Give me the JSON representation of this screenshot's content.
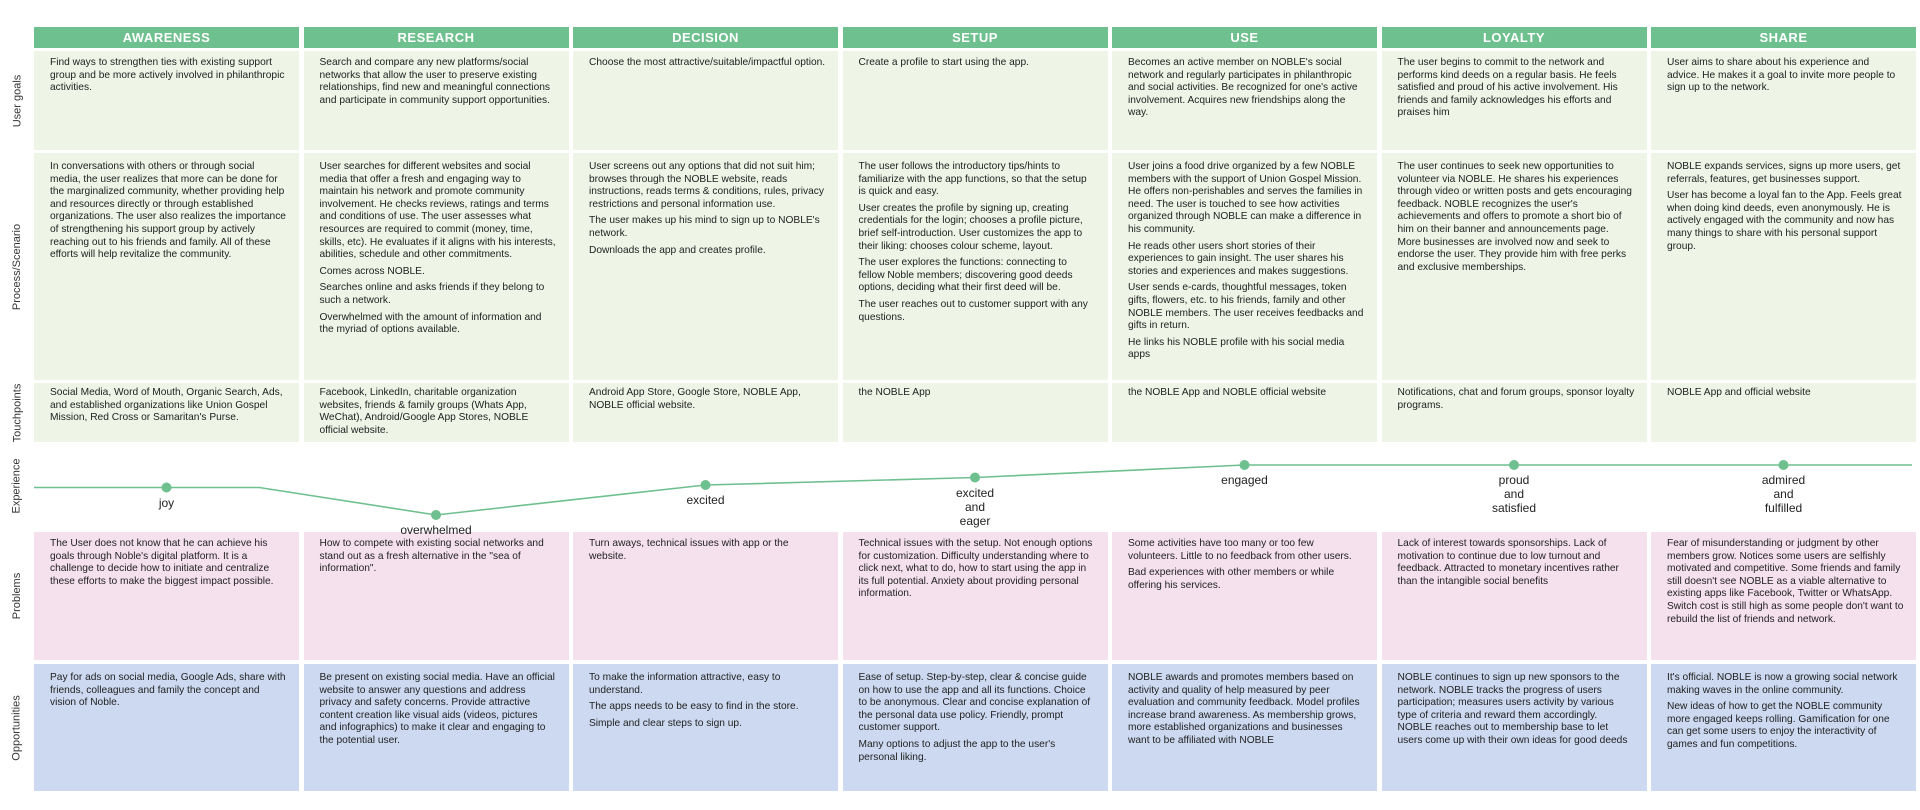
{
  "stages": [
    "AWARENESS",
    "RESEARCH",
    "DECISION",
    "SETUP",
    "USE",
    "LOYALTY",
    "SHARE"
  ],
  "row_labels": {
    "goals": "User goals",
    "process": "Process/Scenario",
    "touch": "Touchpoints",
    "experience": "Experience",
    "problems": "Problems",
    "opportunities": "Opportunities"
  },
  "goals": [
    [
      "Find ways to strengthen ties with existing support group and be more actively involved in philanthropic activities."
    ],
    [
      "Search and compare any new platforms/social networks that allow the user to preserve existing relationships, find new and meaningful connections and participate in community support opportunities."
    ],
    [
      "Choose the most attractive/suitable/impactful option."
    ],
    [
      "Create a profile to start using the app."
    ],
    [
      "Becomes an active member on NOBLE's social network and regularly participates in philanthropic and social activities.  Be recognized for one's active involvement. Acquires new friendships along the way."
    ],
    [
      "The user begins to commit to the network and performs kind deeds on a regular basis.  He feels satisfied and proud of his active involvement.  His friends and family acknowledges his efforts and praises him"
    ],
    [
      "User aims to share about his experience and advice.  He makes it a goal to invite more people to sign up to the network."
    ]
  ],
  "process": [
    [
      "In conversations with others or through social media, the user realizes that more can be done for the marginalized community, whether providing help and resources directly or through established organizations.  The user also realizes the importance of strengthening his support group by actively reaching out to his friends and family.  All of these efforts will help revitalize the community."
    ],
    [
      "User searches for different websites and social media that offer a fresh and engaging way to maintain his network and promote community involvement.  He checks reviews, ratings and terms and conditions of use.  The user assesses what resources are required to commit (money, time, skills, etc).  He evaluates if it aligns with his interests, abilities, schedule and other commitments.",
      "Comes across NOBLE.",
      "Searches online and asks friends if they belong to such a network.",
      "Overwhelmed with the amount of information and the myriad of options available."
    ],
    [
      "User screens out any options that did not suit him; browses through the NOBLE website, reads instructions, reads terms & conditions, rules, privacy restrictions and personal information use.",
      "The user makes up his mind to sign up to NOBLE's network.",
      "Downloads the app and creates profile."
    ],
    [
      "The user follows the introductory tips/hints to familiarize with the app functions, so that the setup is quick and easy.",
      "User creates the profile by signing up, creating credentials for the login; chooses a profile picture, brief self-introduction. User customizes the app to their liking: chooses colour scheme, layout.",
      "The user explores the functions: connecting to fellow Noble members; discovering good deeds options, deciding what their first deed will be.",
      "The user reaches out to customer support with any questions."
    ],
    [
      "User joins a food drive organized by a few NOBLE members with the support of Union Gospel Mission.  He offers non-perishables and serves the families in need.  The user is touched to see how activities organized through NOBLE can make a difference in his community.",
      "He reads other users short stories of their experiences to gain insight.  The user shares his stories and experiences and makes suggestions.",
      "User sends e-cards, thoughtful messages, token gifts, flowers, etc. to his friends, family and other NOBLE members.  The user receives feedbacks and gifts in return.",
      "He links his NOBLE profile with his social media apps"
    ],
    [
      "The user continues to seek new opportunities to volunteer via NOBLE. He shares his experiences through video or written posts and gets encouraging feedback. NOBLE recognizes the user's achievements and offers to promote a short bio of him on their banner and announcements page.  More businesses are involved now and seek to endorse the user.  They provide him with free perks and exclusive memberships."
    ],
    [
      "NOBLE expands services, signs up more users, get referrals, features, get businesses support.",
      "User has become a loyal fan to the App.  Feels great when doing kind deeds, even anonymously.  He is actively engaged with the community and now has many things to share with his personal support group."
    ]
  ],
  "touch": [
    [
      "Social Media, Word of Mouth, Organic Search, Ads, and established organizations like Union Gospel Mission, Red Cross or Samaritan's Purse."
    ],
    [
      "Facebook, LinkedIn, charitable organization websites, friends & family groups (Whats App, WeChat), Android/Google App Stores, NOBLE official website."
    ],
    [
      "Android App Store, Google Store, NOBLE App, NOBLE official website."
    ],
    [
      "the NOBLE App"
    ],
    [
      "the NOBLE App and NOBLE official website"
    ],
    [
      "Notifications, chat and forum groups, sponsor loyalty programs."
    ],
    [
      "NOBLE App and official website"
    ]
  ],
  "experience": [
    "joy",
    "overwhelmed",
    "excited",
    "excited\nand\neager",
    "engaged",
    "proud\nand\nsatisfied",
    "admired\nand\nfulfilled"
  ],
  "experience_levels": [
    0.55,
    0.0,
    0.6,
    0.75,
    1.0,
    1.0,
    1.0
  ],
  "problems": [
    [
      "The User does not know that he can achieve his goals through Noble's digital platform.  It is a challenge to decide how to initiate and centralize these efforts to make the biggest impact possible."
    ],
    [
      "How to compete with existing social networks and stand out as a fresh alternative in the \"sea of information\"."
    ],
    [
      "Turn aways, technical issues with app or the website."
    ],
    [
      "Technical issues with the setup. Not enough options for customization. Difficulty understanding where to click next, what to do, how to start using the app in its full potential. Anxiety about providing personal information."
    ],
    [
      "Some activities have too many or too few volunteers.  Little to no feedback from other users.",
      "Bad experiences with other members or while offering his services."
    ],
    [
      "Lack of interest towards sponsorships.  Lack of motivation to continue due to low turnout and feedback.  Attracted to monetary incentives rather than the intangible social benefits"
    ],
    [
      "Fear of misunderstanding or judgment by other members grow.  Notices some users are selfishly motivated and competitive.  Some friends and family still doesn't see NOBLE as a viable alternative to existing apps like Facebook, Twitter or WhatsApp.  Switch cost is still high as some people don't want to rebuild the list of friends and network."
    ]
  ],
  "opportunities": [
    [
      "Pay for ads on social media, Google Ads, share with friends, colleagues and family the concept and vision of Noble."
    ],
    [
      "Be present on existing social media.  Have an official website to answer any questions and address privacy and safety concerns.  Provide attractive content creation like visual aids (videos, pictures and infographics) to make it clear and engaging to the potential user."
    ],
    [
      "To make the information attractive, easy to understand.",
      "The apps needs to be easy to find in the store.",
      "Simple and clear steps to sign up."
    ],
    [
      "Ease of setup. Step-by-step, clear & concise guide on how to use the app and all its functions. Choice to be anonymous. Clear and concise explanation of the personal data use policy.  Friendly, prompt customer support.",
      "Many options to adjust the app to the user's personal liking."
    ],
    [
      "NOBLE awards and promotes members based on activity and quality of help measured by peer evaluation and community feedback.  Model profiles increase brand awareness.  As membership grows, more established organizations and businesses want to be affiliated with NOBLE"
    ],
    [
      "NOBLE continues to sign up new sponsors to the network.  NOBLE tracks the progress of users participation; measures users activity by various type of criteria and reward them accordingly.  NOBLE reaches out to membership base to let users come up with their own ideas for good deeds"
    ],
    [
      "It's official.  NOBLE is now a growing social network making waves in the online community.",
      "New ideas of how to get the NOBLE community more engaged keeps rolling. Gamification for one can get some users to enjoy the interactivity of games and fun competitions."
    ]
  ],
  "colors": {
    "header": "#6fc08f",
    "green_cell": "#eef4e6",
    "pink_cell": "#f5e1ee",
    "blue_cell": "#ccd9f0",
    "line": "#6fc08f"
  }
}
